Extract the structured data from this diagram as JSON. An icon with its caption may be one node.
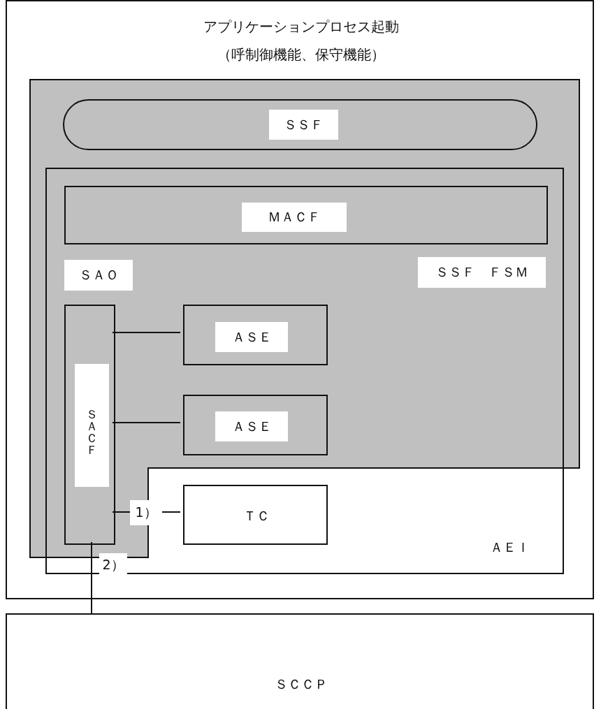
{
  "diagram": {
    "nodes": [
      {
        "text": [
          "アプリケーションプロセス起動",
          "（呼制御機能、保守機能）"
        ]
      },
      {
        "text": [],
        "shape": "box",
        "in": 0
      },
      {
        "text": [
          "ＳＡＯ",
          "ＡＥＩ"
        ],
        "in": 1
      },
      {
        "text": [
          "ＳＳＦ"
        ],
        "in": 1
      },
      {
        "text": [
          "ＭＡＣＦ"
        ],
        "in": 2
      },
      {
        "text": [
          "ＳＡＣＦ"
        ],
        "in": 2
      },
      {
        "text": [
          "ＡＳＥ"
        ],
        "in": 2
      },
      {
        "text": [
          "ＡＳＥ"
        ],
        "in": 2
      },
      {
        "text": [
          "ＴＣ"
        ],
        "in": 2
      },
      {
        "text": [
          "ＳＣＣＰ"
        ]
      }
    ],
    "edges": [
      {
        "from": 5,
        "to": 6,
        "arrow": "none"
      },
      {
        "from": 5,
        "to": 7,
        "arrow": "none"
      },
      {
        "from": 5,
        "to": 8,
        "arrow": "none",
        "label": "1）"
      },
      {
        "from": 5,
        "to": 9,
        "arrow": "none",
        "label": "2）"
      }
    ],
    "labels": [
      "ＳＳＦ　ＦＳＭ"
    ]
  }
}
